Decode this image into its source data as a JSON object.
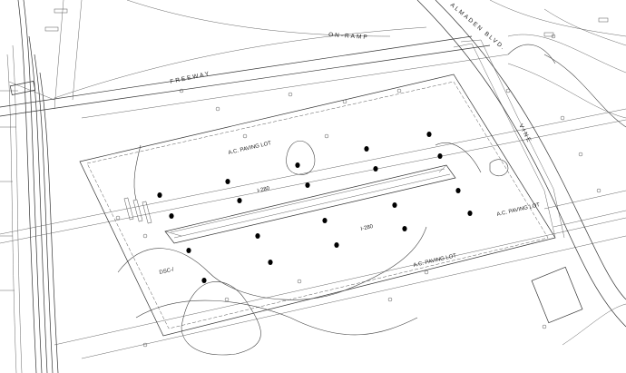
{
  "labels": {
    "freeway": "FREEWAY",
    "on_ramp": "ON-RAMP",
    "i280_upper": "I-280",
    "i280_lower": "I-280",
    "ac_paving_upper": "A.C. PAVING LOT",
    "ac_paving_right": "A.C. PAVING LOT",
    "ac_paving_bottom": "A.C. PAVING LOT",
    "street_vine": "VINE",
    "street_almaden": "ALMADEN BLVD.",
    "label_left": "DSC-/"
  },
  "colors": {
    "line": "#333333",
    "background": "#ffffff",
    "pier": "#000000"
  },
  "symbols": {
    "pier": "filled-pier-dot",
    "tree": "open-circle"
  }
}
